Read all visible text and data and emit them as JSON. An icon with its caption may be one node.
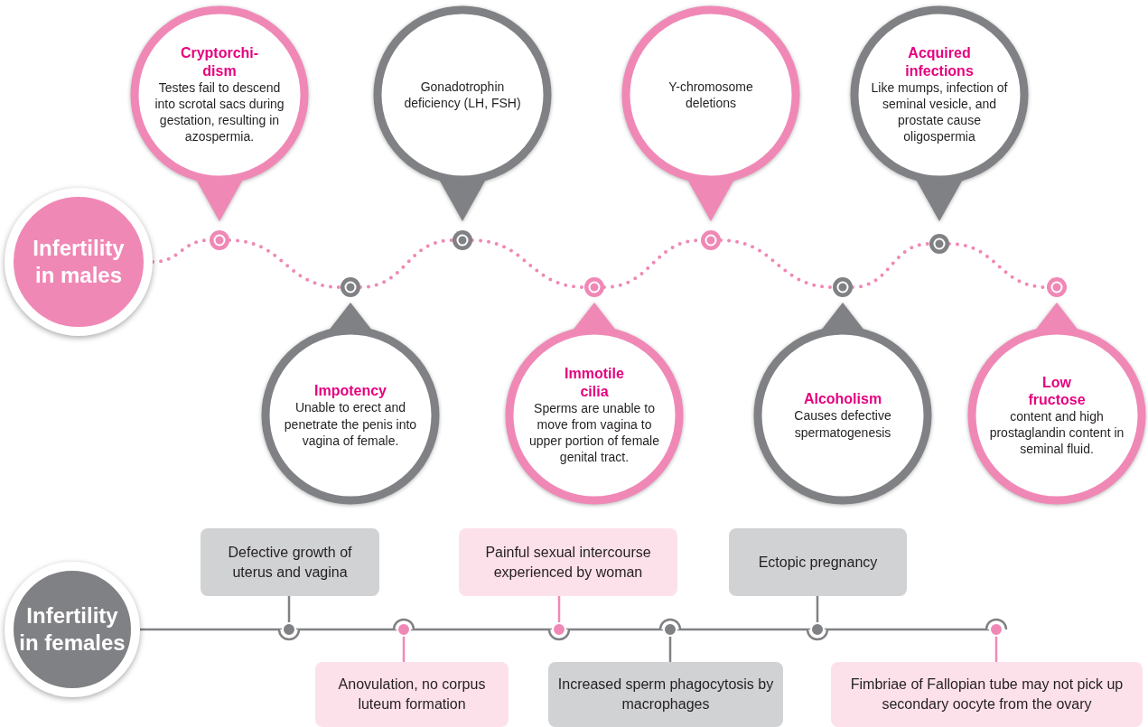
{
  "diagram": {
    "nodes": [
      {
        "text": [
          "Infertility in males"
        ]
      },
      {
        "text": [
          "Cryptorchi- dism",
          "Testes fail to descend into scrotal sacs during gestation, resulting in azospermia."
        ]
      },
      {
        "text": [
          "Impotency",
          "Unable to erect and penetrate the penis into vagina of female."
        ]
      },
      {
        "text": [
          "Gonadotrophin deficiency (LH, FSH)"
        ]
      },
      {
        "text": [
          "Immotile cilia",
          "Sperms are unable to move from vagina to upper portion of female genital tract."
        ]
      },
      {
        "text": [
          "Y-chromosome deletions"
        ]
      },
      {
        "text": [
          "Alcoholism",
          "Causes defective spermatogenesis"
        ]
      },
      {
        "text": [
          "Acquired infections",
          "Like mumps, infection of seminal vesicle, and prostate cause oligospermia"
        ]
      },
      {
        "text": [
          "Low fructose",
          "content and high prostaglandin content in seminal fluid."
        ]
      },
      {
        "text": [
          "Infertility in females"
        ]
      },
      {
        "text": [
          "Defective growth of uterus and vagina"
        ]
      },
      {
        "text": [
          "Anovulation, no corpus luteum formation"
        ]
      },
      {
        "text": [
          "Painful sexual intercourse experienced by woman"
        ]
      },
      {
        "text": [
          "Increased sperm phagocytosis by macrophages"
        ]
      },
      {
        "text": [
          "Ectopic pregnancy"
        ]
      },
      {
        "text": [
          "Fimbriae of Fallopian tube may not pick up secondary oocyte from the ovary"
        ]
      },
      {
        "text": [],
        "shape": "circle"
      },
      {
        "text": [],
        "shape": "circle"
      },
      {
        "text": [],
        "shape": "circle"
      },
      {
        "text": [],
        "shape": "circle"
      },
      {
        "text": [],
        "shape": "circle"
      },
      {
        "text": [],
        "shape": "circle"
      },
      {
        "text": [],
        "shape": "circle"
      },
      {
        "text": [],
        "shape": "circle"
      },
      {
        "text": [],
        "shape": "circle"
      },
      {
        "text": [],
        "shape": "circle"
      },
      {
        "text": [],
        "shape": "circle"
      },
      {
        "text": [],
        "shape": "circle"
      },
      {
        "text": [],
        "shape": "circle"
      },
      {
        "text": [],
        "shape": "circle"
      }
    ],
    "edges": [
      {
        "from": 0,
        "to": 16,
        "arrow": "none",
        "style": "dashed"
      },
      {
        "from": 16,
        "to": 17,
        "arrow": "none",
        "style": "dashed"
      },
      {
        "from": 17,
        "to": 18,
        "arrow": "none",
        "style": "dashed"
      },
      {
        "from": 18,
        "to": 19,
        "arrow": "none",
        "style": "dashed"
      },
      {
        "from": 19,
        "to": 20,
        "arrow": "none",
        "style": "dashed"
      },
      {
        "from": 20,
        "to": 21,
        "arrow": "none",
        "style": "dashed"
      },
      {
        "from": 21,
        "to": 22,
        "arrow": "none",
        "style": "dashed"
      },
      {
        "from": 22,
        "to": 23,
        "arrow": "none",
        "style": "dashed"
      },
      {
        "from": 9,
        "to": 24,
        "arrow": "none",
        "color": "#808184"
      },
      {
        "from": 24,
        "to": 25,
        "arrow": "none",
        "color": "#808184"
      },
      {
        "from": 25,
        "to": 26,
        "arrow": "none",
        "color": "#808184"
      },
      {
        "from": 26,
        "to": 27,
        "arrow": "none",
        "color": "#808184"
      },
      {
        "from": 27,
        "to": 28,
        "arrow": "none",
        "color": "#808184"
      },
      {
        "from": 28,
        "to": 29,
        "arrow": "none",
        "color": "#808184"
      },
      {
        "from": 24,
        "to": 10,
        "arrow": "none",
        "color": "#808184"
      },
      {
        "from": 25,
        "to": 11,
        "arrow": "none"
      },
      {
        "from": 26,
        "to": 12,
        "arrow": "none"
      },
      {
        "from": 27,
        "to": 13,
        "arrow": "none",
        "color": "#808184"
      },
      {
        "from": 28,
        "to": 14,
        "arrow": "none",
        "color": "#808184"
      },
      {
        "from": 29,
        "to": 15,
        "arrow": "none"
      }
    ]
  }
}
